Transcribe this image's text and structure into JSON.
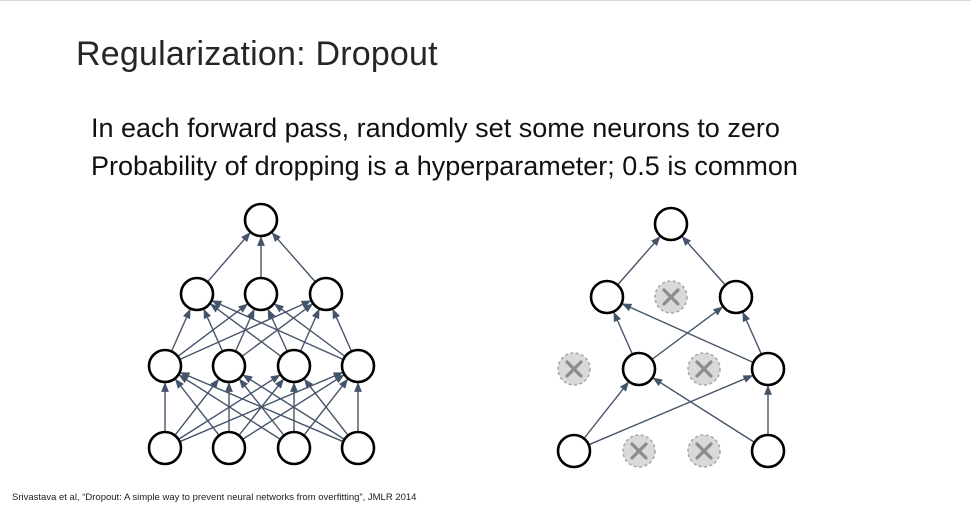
{
  "slide": {
    "title": "Regularization: Dropout",
    "bullets": [
      "In each forward pass, randomly set some neurons to zero",
      "Probability of dropping is a hyperparameter; 0.5 is common"
    ],
    "citation": "Srivastava et al, “Dropout: A simple way to prevent neural networks from overfitting”, JMLR 2014"
  },
  "diagram": {
    "colors": {
      "node_stroke": "#000000",
      "edge": "#44546a",
      "dropped_fill": "#d9d9d9",
      "dropped_stroke": "#a6a6a6",
      "dropped_x": "#8c8c8c"
    },
    "networks": [
      {
        "name": "standard",
        "layers": [
          {
            "name": "input",
            "nodes": [
              {
                "dropped": false
              },
              {
                "dropped": false
              },
              {
                "dropped": false
              },
              {
                "dropped": false
              }
            ]
          },
          {
            "name": "hidden1",
            "nodes": [
              {
                "dropped": false
              },
              {
                "dropped": false
              },
              {
                "dropped": false
              },
              {
                "dropped": false
              }
            ]
          },
          {
            "name": "hidden2",
            "nodes": [
              {
                "dropped": false
              },
              {
                "dropped": false
              },
              {
                "dropped": false
              }
            ]
          },
          {
            "name": "output",
            "nodes": [
              {
                "dropped": false
              }
            ]
          }
        ]
      },
      {
        "name": "dropout",
        "layers": [
          {
            "name": "input",
            "nodes": [
              {
                "dropped": false
              },
              {
                "dropped": true
              },
              {
                "dropped": true
              },
              {
                "dropped": false
              }
            ]
          },
          {
            "name": "hidden1",
            "nodes": [
              {
                "dropped": true
              },
              {
                "dropped": false
              },
              {
                "dropped": true
              },
              {
                "dropped": false
              }
            ]
          },
          {
            "name": "hidden2",
            "nodes": [
              {
                "dropped": false
              },
              {
                "dropped": true
              },
              {
                "dropped": false
              }
            ]
          },
          {
            "name": "output",
            "nodes": [
              {
                "dropped": false
              }
            ]
          }
        ]
      }
    ]
  }
}
